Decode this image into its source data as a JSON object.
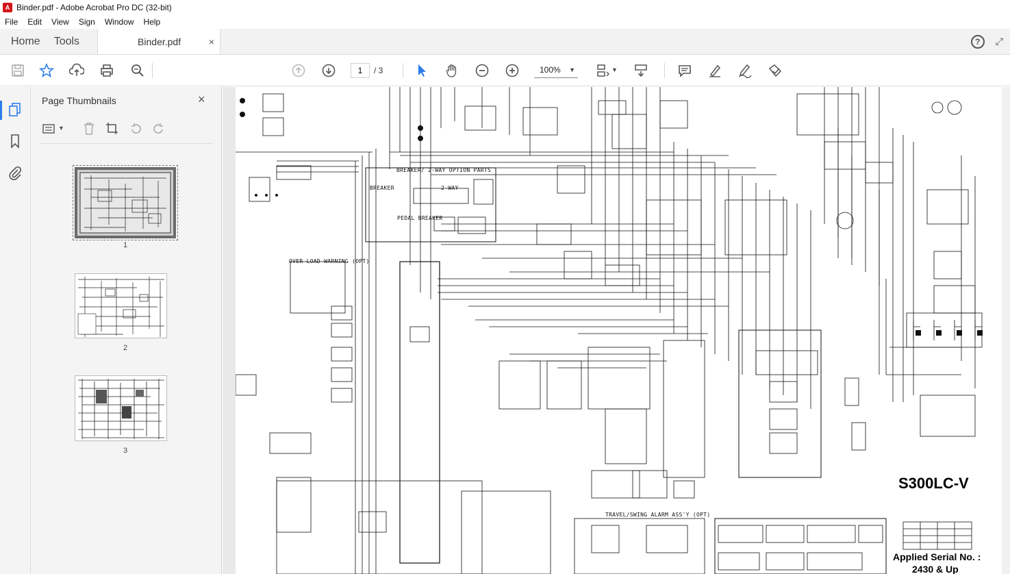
{
  "window": {
    "title": "Binder.pdf - Adobe Acrobat Pro DC (32-bit)"
  },
  "menu": [
    "File",
    "Edit",
    "View",
    "Sign",
    "Window",
    "Help"
  ],
  "tabs": {
    "home": "Home",
    "tools": "Tools",
    "document": "Binder.pdf",
    "close_glyph": "×"
  },
  "toolbar": {
    "current_page": "1",
    "total_pages": "/ 3",
    "zoom": "100%",
    "icons": [
      "save-icon",
      "bookmark-star-icon",
      "upload-icon",
      "print-icon",
      "search-zoom-icon",
      "page-up-icon",
      "page-down-icon",
      "select-cursor-icon",
      "hand-icon",
      "zoom-out-icon",
      "zoom-in-icon",
      "page-view-icon",
      "scroll-mode-icon",
      "comment-icon",
      "highlight-icon",
      "sign-icon",
      "fill-sign-icon"
    ]
  },
  "side_panel": {
    "title": "Page Thumbnails",
    "close_glyph": "×",
    "thumbnails": [
      {
        "label": "1"
      },
      {
        "label": "2"
      },
      {
        "label": "3"
      }
    ]
  },
  "document": {
    "model": "S300LC-V",
    "serial_label": "Applied Serial No. :",
    "serial_value": "2430 & Up",
    "labels": {
      "breaker_title": "BREAKER/ 2-WAY OPTION PARTS",
      "breaker": "BREAKER",
      "two_way": "2-WAY",
      "pedal_breaker": "PEDAL BREAKER",
      "overload": "OVER LOAD WARNING (OPT)",
      "travel_alarm": "TRAVEL/SWING ALARM ASS'Y (OPT)"
    }
  },
  "colors": {
    "accent": "#2b7de9",
    "acrobat_red": "#d4151b",
    "chrome_bg": "#f4f4f4"
  }
}
